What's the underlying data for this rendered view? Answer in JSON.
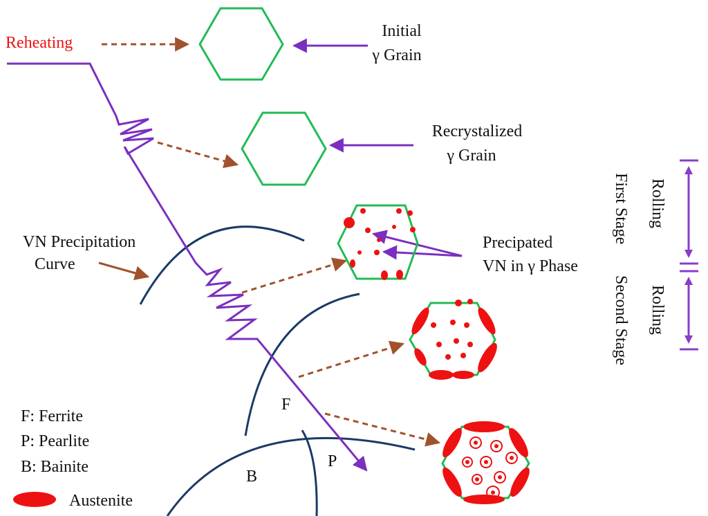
{
  "colors": {
    "process_line": "#7b2fbf",
    "dashed_arrow": "#a0522d",
    "curve": "#1a3a66",
    "grain_boundary": "#22bb55",
    "precipitate": "#ee1111",
    "reheat_text": "#ee1111",
    "stage_bracket": "#8a3cc8"
  },
  "labels": {
    "reheating": "Reheating",
    "initial_line1": "Initial",
    "initial_line2": "γ Grain",
    "recryst_line1": "Recrystalized",
    "recryst_line2": "γ Grain",
    "vn_curve_line1": "VN Precipitation",
    "vn_curve_line2": "Curve",
    "precip_line1": "Precipated",
    "precip_line2": "VN in γ Phase",
    "rolling_1": "Rolling",
    "first_stage": "First Stage",
    "rolling_2": "Rolling",
    "second_stage": "Second Stage",
    "region_f": "F",
    "region_p": "P",
    "region_b": "B"
  },
  "legend": {
    "items": [
      "F: Ferrite",
      "P: Pearlite",
      "B: Bainite"
    ],
    "austenite": "Austenite"
  }
}
